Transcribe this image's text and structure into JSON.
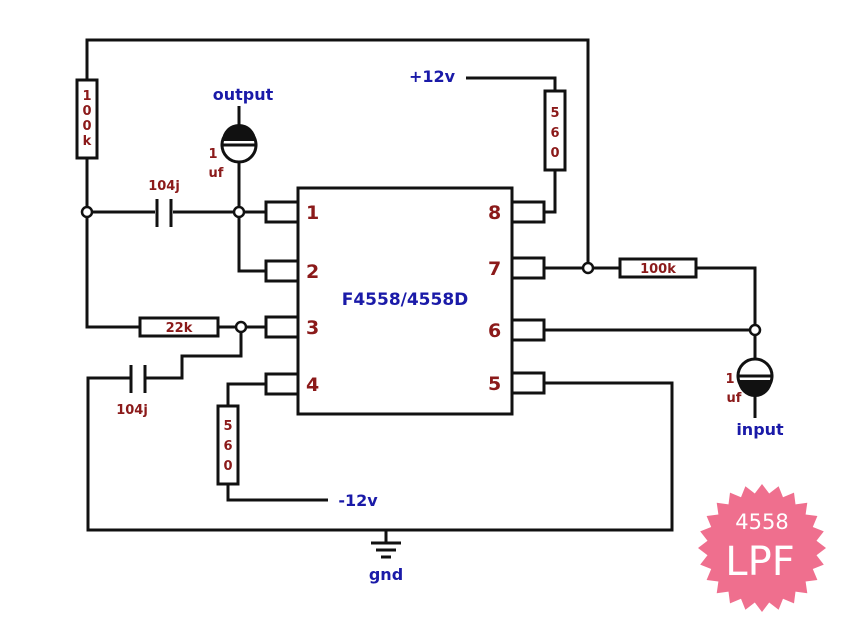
{
  "chip": {
    "label": "F4558/4558D",
    "pins_left": [
      "1",
      "2",
      "3",
      "4"
    ],
    "pins_right": [
      "8",
      "7",
      "6",
      "5"
    ]
  },
  "resistors": {
    "r_feedback": "100k",
    "r_supply": "560",
    "r_input": "100k",
    "r_series": "22k",
    "r_neg": "560"
  },
  "capacitors": {
    "c_top": "104j",
    "c_bottom": "104j",
    "c_out_value": "1",
    "c_out_unit": "uf",
    "c_in_value": "1",
    "c_in_unit": "uf"
  },
  "labels": {
    "output": "output",
    "input": "input",
    "vpos": "+12v",
    "vneg": "-12v",
    "gnd": "gnd"
  },
  "badge": {
    "top": "4558",
    "bottom": "LPF",
    "color": "#ef6f8e"
  },
  "colors": {
    "value_text": "#8b1a1a",
    "signal_text": "#1a1aa8",
    "wire": "#111111"
  }
}
